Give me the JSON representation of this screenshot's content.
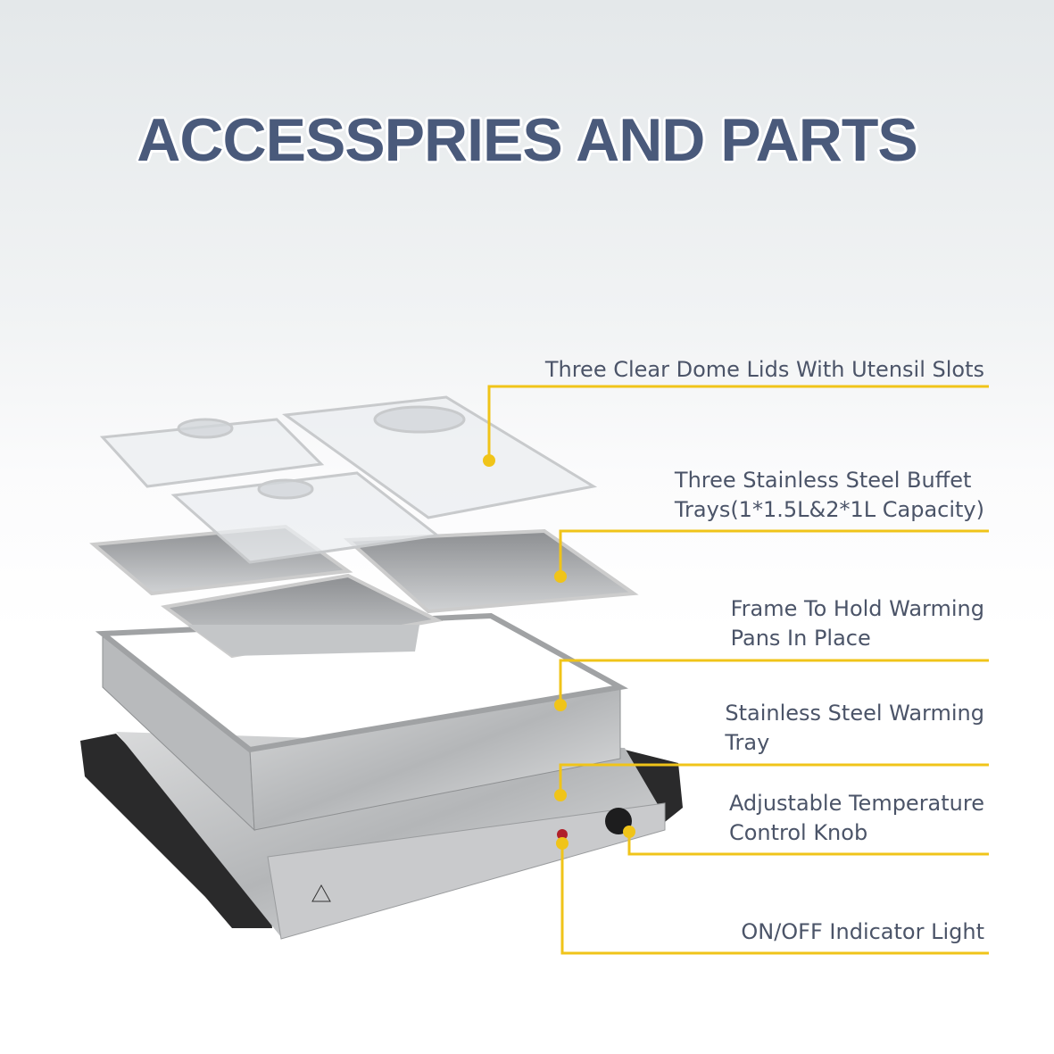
{
  "title": "ACCESSPRIES AND PARTS",
  "accent_color": "#f0c419",
  "callouts": [
    {
      "lines": [
        "Three Clear Dome Lids With Utensil Slots"
      ]
    },
    {
      "lines": [
        "Three Stainless Steel Buffet",
        "Trays(1*1.5L&2*1L Capacity)"
      ]
    },
    {
      "lines": [
        "Frame To Hold Warming",
        "Pans In Place"
      ]
    },
    {
      "lines": [
        "Stainless Steel Warming",
        "Tray"
      ]
    },
    {
      "lines": [
        "Adjustable Temperature",
        "Control Knob"
      ]
    },
    {
      "lines": [
        "ON/OFF Indicator Light"
      ]
    }
  ]
}
